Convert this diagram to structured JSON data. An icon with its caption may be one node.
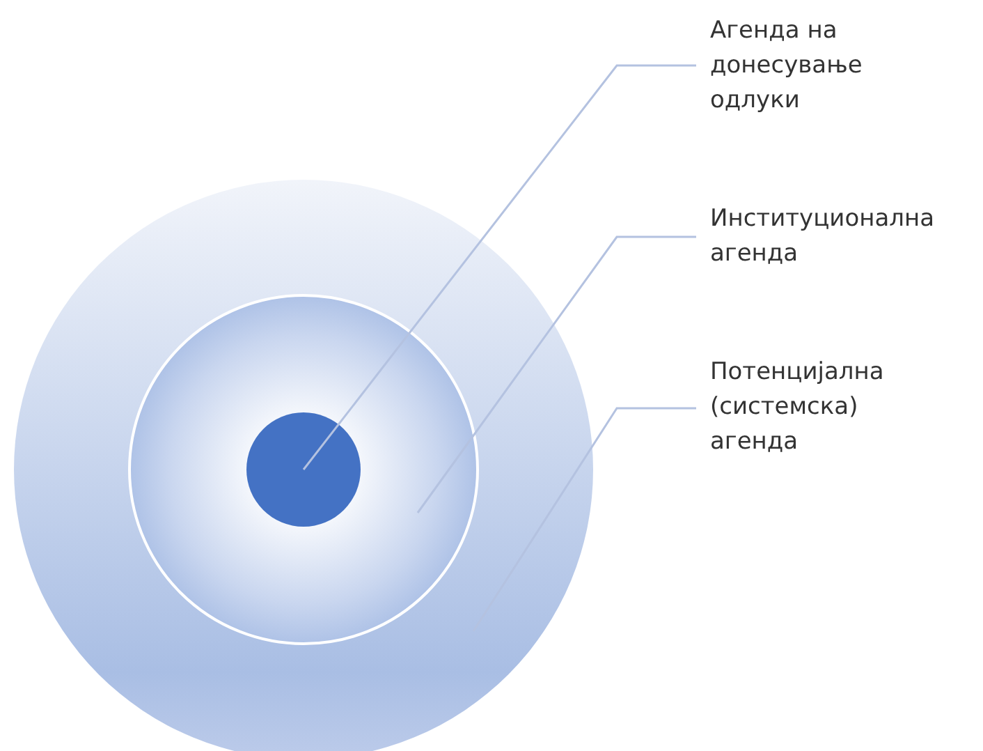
{
  "diagram": {
    "nodes": [
      {
        "text": [],
        "shape": "circle"
      },
      {
        "text": [],
        "shape": "circle",
        "in": 0
      },
      {
        "text": [],
        "shape": "circle",
        "in": 1
      },
      {
        "text": [
          "Агенда на донесување одлуки"
        ]
      },
      {
        "text": [
          "Институционална агенда"
        ]
      },
      {
        "text": [
          "Потенцијална (системска) агенда"
        ]
      }
    ],
    "edges": [
      {
        "from": 3,
        "to": 2,
        "arrow": "none"
      },
      {
        "from": 4,
        "to": 1,
        "arrow": "none"
      },
      {
        "from": 5,
        "to": 0,
        "arrow": "none"
      }
    ]
  }
}
